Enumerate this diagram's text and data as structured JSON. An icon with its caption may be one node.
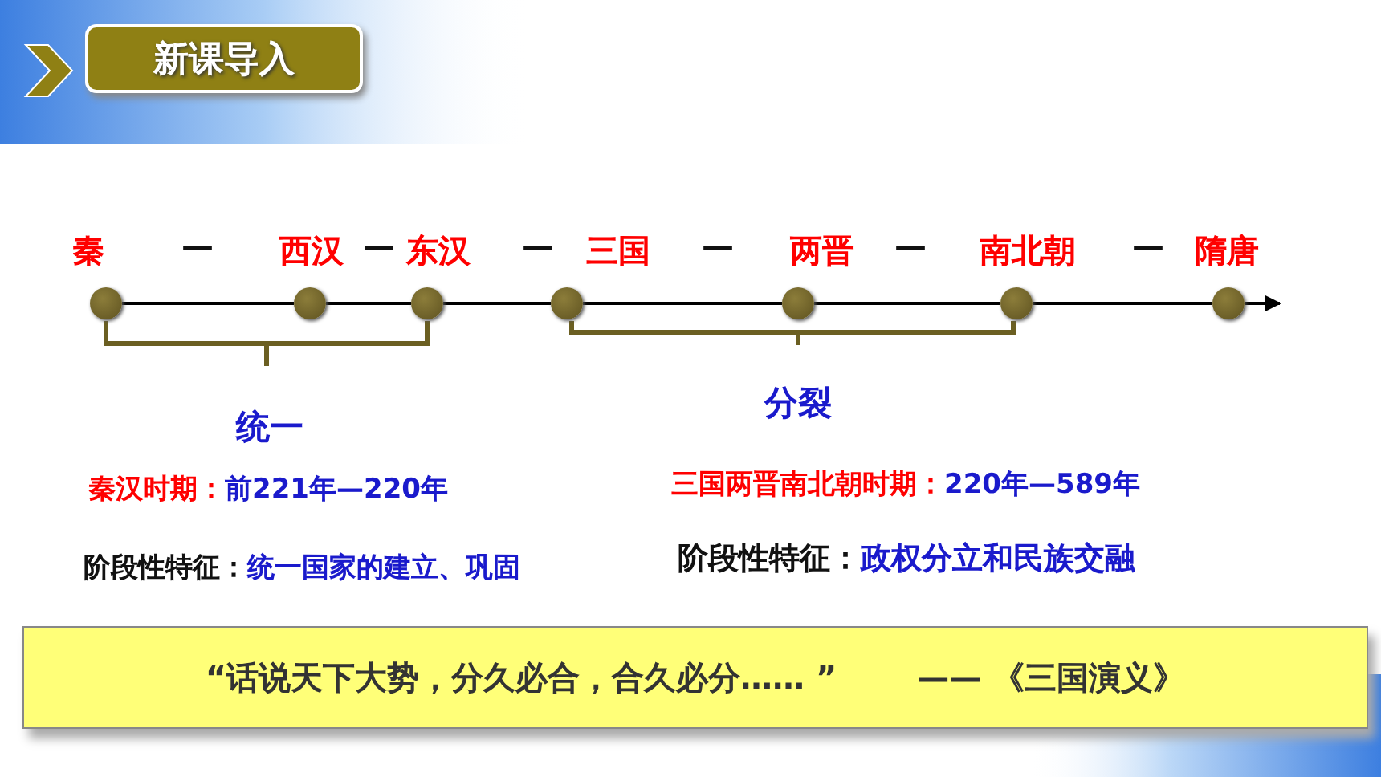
{
  "diagram": {
    "nodes": [
      {
        "text": [
          "新课导入"
        ]
      },
      {
        "text": [],
        "shape": "circle"
      },
      {
        "text": [],
        "shape": "circle"
      },
      {
        "text": [],
        "shape": "circle"
      },
      {
        "text": [],
        "shape": "circle"
      },
      {
        "text": [],
        "shape": "circle"
      },
      {
        "text": [],
        "shape": "circle"
      },
      {
        "text": [],
        "shape": "circle"
      },
      {
        "text": [
          "“话说天下大势，分久必合，合久必分…… ”",
          "—— 《三国演义》"
        ]
      }
    ],
    "edges": [
      {
        "from": 1,
        "to": 2,
        "arrow": "none"
      },
      {
        "from": 2,
        "to": 3,
        "arrow": "none"
      },
      {
        "from": 3,
        "to": 4,
        "arrow": "none"
      },
      {
        "from": 4,
        "to": 5,
        "arrow": "none"
      },
      {
        "from": 5,
        "to": 6,
        "arrow": "none"
      },
      {
        "from": 6,
        "to": 7,
        "arrow": "none"
      },
      {
        "from": 7,
        "to": null,
        "arrow": "to"
      }
    ],
    "labels": [
      "秦",
      "—",
      "西汉",
      "—",
      "东汉",
      "—",
      "三国",
      "—",
      "两晋",
      "—",
      "南北朝",
      "—",
      "隋唐",
      "统一",
      "分裂",
      "秦汉时期：",
      "前221年—220年",
      "三国两晋南北朝时期：",
      "220年—589年",
      "阶段性特征：",
      "统一国家的建立、巩固",
      "阶段性特征：",
      "政权分立和民族交融"
    ]
  }
}
